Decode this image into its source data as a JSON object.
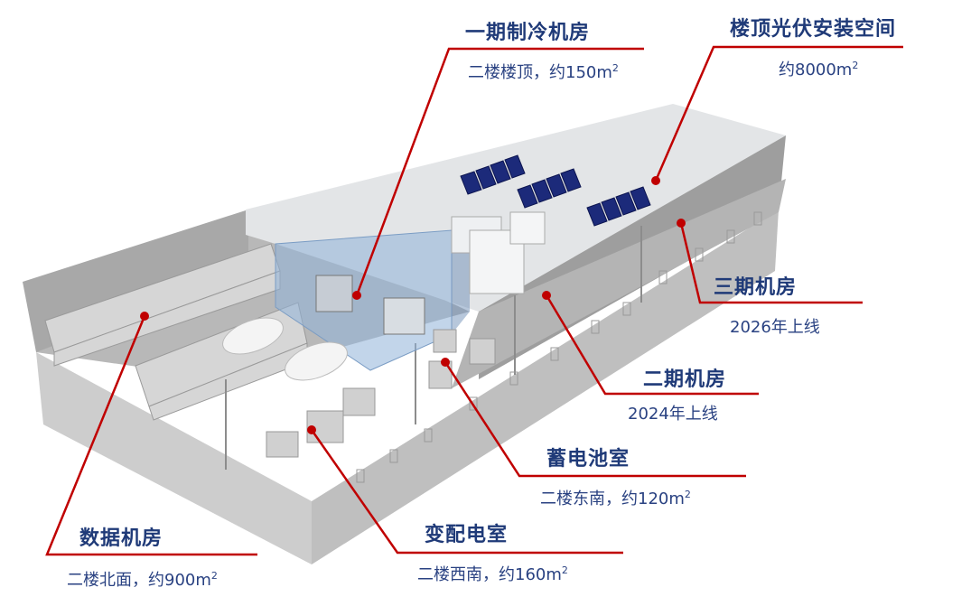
{
  "colors": {
    "leader": "#c00000",
    "text": "#1f3a78",
    "solar": "#1c2a7a",
    "glass": "#8fb2d8"
  },
  "labels": {
    "phase1_cooling": {
      "title": "一期制冷机房",
      "sub": "二楼楼顶，约150m",
      "sup": "2"
    },
    "rooftop_pv": {
      "title": "楼顶光伏安装空间",
      "sub": "约8000m",
      "sup": "2"
    },
    "phase3_room": {
      "title": "三期机房",
      "sub": "2026年上线"
    },
    "phase2_room": {
      "title": "二期机房",
      "sub": "2024年上线"
    },
    "battery_room": {
      "title": "蓄电池室",
      "sub": "二楼东南，约120m",
      "sup": "2"
    },
    "substation": {
      "title": "变配电室",
      "sub": "二楼西南，约160m",
      "sup": "2"
    },
    "data_hall": {
      "title": "数据机房",
      "sub": "二楼北面，约900m",
      "sup": "2"
    }
  }
}
